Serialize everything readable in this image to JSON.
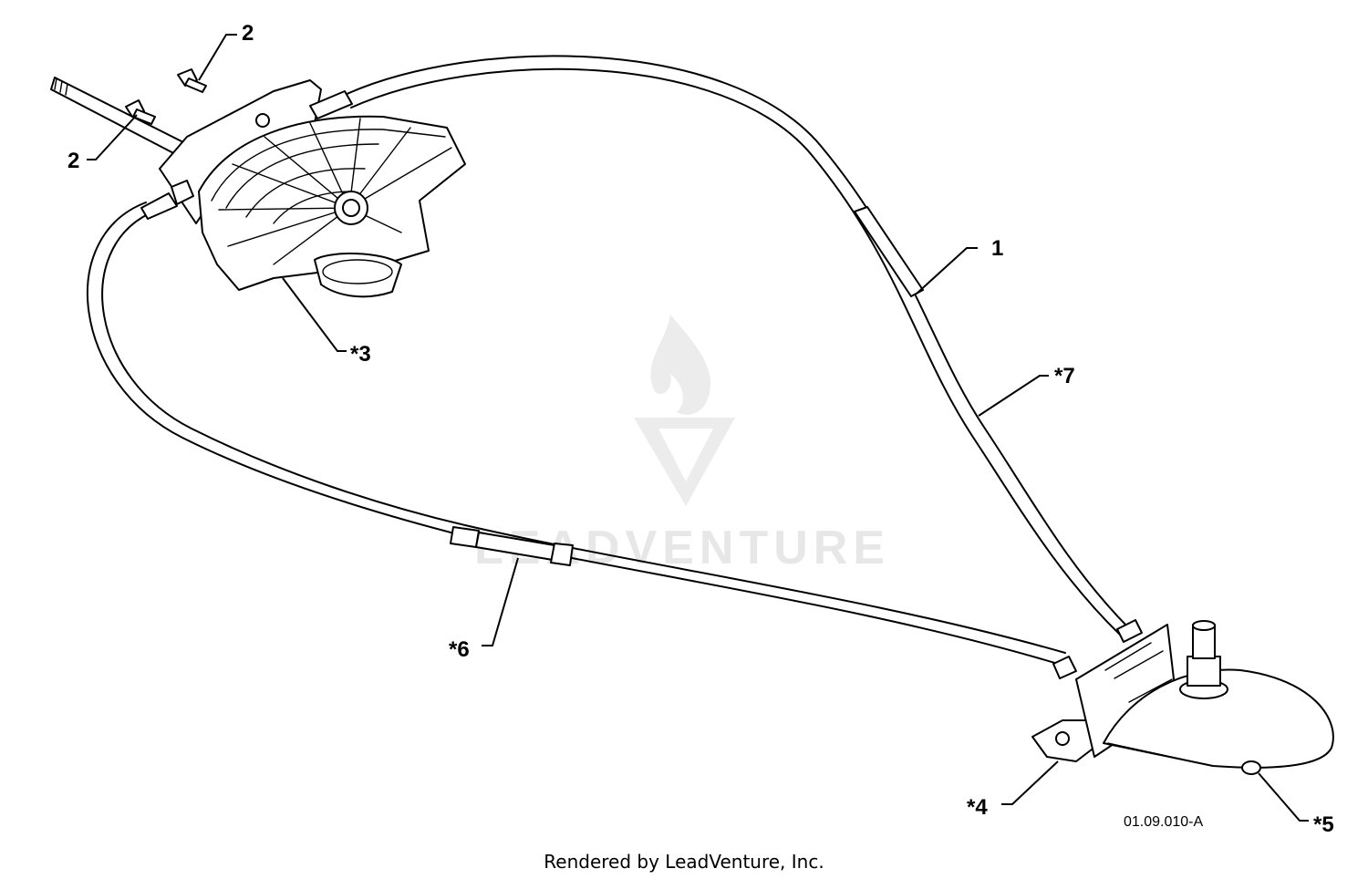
{
  "callouts": {
    "c1": "1",
    "c2a": "2",
    "c2b": "2",
    "c3": "*3",
    "c4": "*4",
    "c5": "*5",
    "c6": "*6",
    "c7": "*7"
  },
  "drawing_code": "01.09.010-A",
  "footer": "Rendered by LeadVenture, Inc.",
  "watermark": "LEADVENTURE"
}
